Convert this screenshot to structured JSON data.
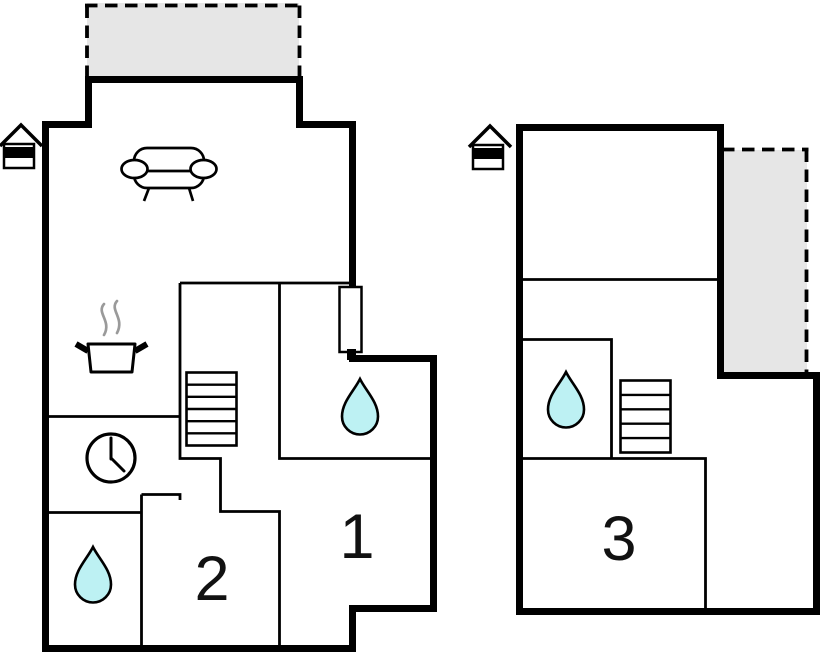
{
  "floorplan": {
    "type": "floor-plan",
    "rooms": [
      {
        "label": "1"
      },
      {
        "label": "2"
      },
      {
        "label": "3"
      }
    ],
    "features": {
      "water_drop_count": 3,
      "stairs_count": 2,
      "entrance_marker_count": 2,
      "terrace_count": 2,
      "icons": [
        "entrance-house-icon",
        "sofa-icon",
        "cooking-pot-icon",
        "wall-clock-icon",
        "stairs-icon",
        "water-drop-icon",
        "door-leaf-icon"
      ]
    },
    "colors": {
      "background": "#ffffff",
      "wall": "#000000",
      "terrace_fill": "#e6e6e6",
      "drop_fill": "#bdf1f3",
      "steam": "#9a9a9a",
      "label": "#111111"
    }
  }
}
